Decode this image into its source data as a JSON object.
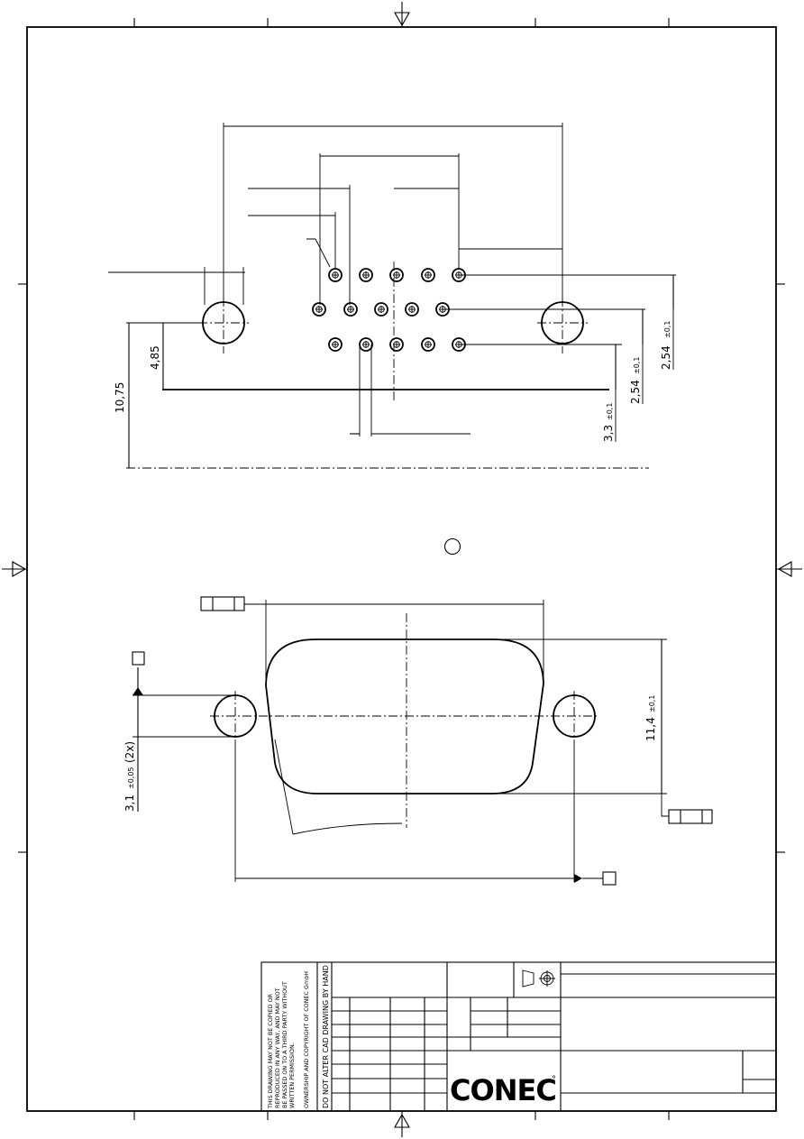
{
  "dimensions": {
    "d_4_85": "4,85",
    "d_10_75": "10,75",
    "d_3_3": "3,3",
    "d_3_3_tol": "±0,1",
    "d_2_54_a": "2,54",
    "d_2_54_a_tol": "±0,1",
    "d_2_54_b": "2,54",
    "d_2_54_b_tol": "±0,1",
    "d_11_4": "11,4",
    "d_11_4_tol": "±0,1",
    "d_3_1": "3,1",
    "d_3_1_tol": "±0,05",
    "d_3_1_count": "(2x)"
  },
  "title_block": {
    "notice_lines": [
      "THIS DRAWING MAY NOT BE COPIED OR",
      "REPRODUCED IN ANY WAY, AND MAY NOT",
      "BE PASSED ON TO A THIRD PARTY WITHOUT",
      "WRITTEN PERMISSION.",
      "OWNERSHIP AND COPYRIGHT OF CONEC GmbH"
    ],
    "cad_notice": "DO NOT ALTER CAD DRAWING BY HAND",
    "logo_text": "CONEC",
    "logo_mark": "°"
  }
}
